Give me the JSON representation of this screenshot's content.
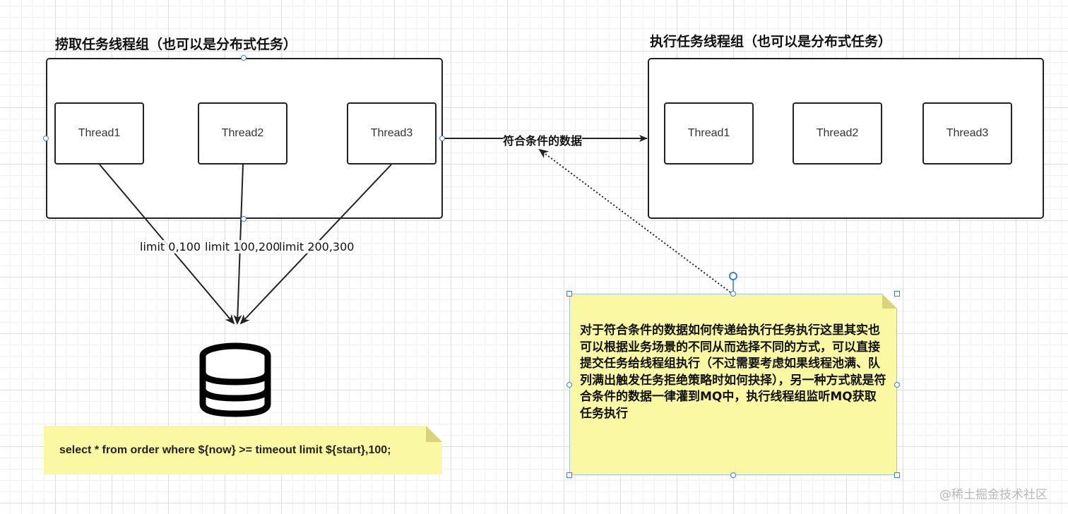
{
  "left_group": {
    "title": "捞取任务线程组（也可以是分布式任务）",
    "threads": [
      "Thread1",
      "Thread2",
      "Thread3"
    ]
  },
  "right_group": {
    "title": "执行任务线程组（也可以是分布式任务）",
    "threads": [
      "Thread1",
      "Thread2",
      "Thread3"
    ]
  },
  "edge_label": "符合条件的数据",
  "limits": [
    "limit 0,100",
    "limit 100,200",
    "limit 200,300"
  ],
  "sql_note": "select * from order where ${now} >= timeout limit ${start},100;",
  "note_text": "对于符合条件的数据如何传递给执行任务执行这里其实也可以根据业务场景的不同从而选择不同的方式，可以直接提交任务给线程组执行（不过需要考虑如果线程池满、队列满出触发任务拒绝策略时如何抉择），另一种方式就是符合条件的数据一律灌到MQ中，执行线程组监听MQ获取任务执行",
  "watermark": "@稀土掘金技术社区",
  "colors": {
    "note_fill": "#fbf8a3",
    "selection": "#3c7fd1",
    "stroke": "#222222"
  },
  "icons": {
    "database": "database-icon"
  }
}
